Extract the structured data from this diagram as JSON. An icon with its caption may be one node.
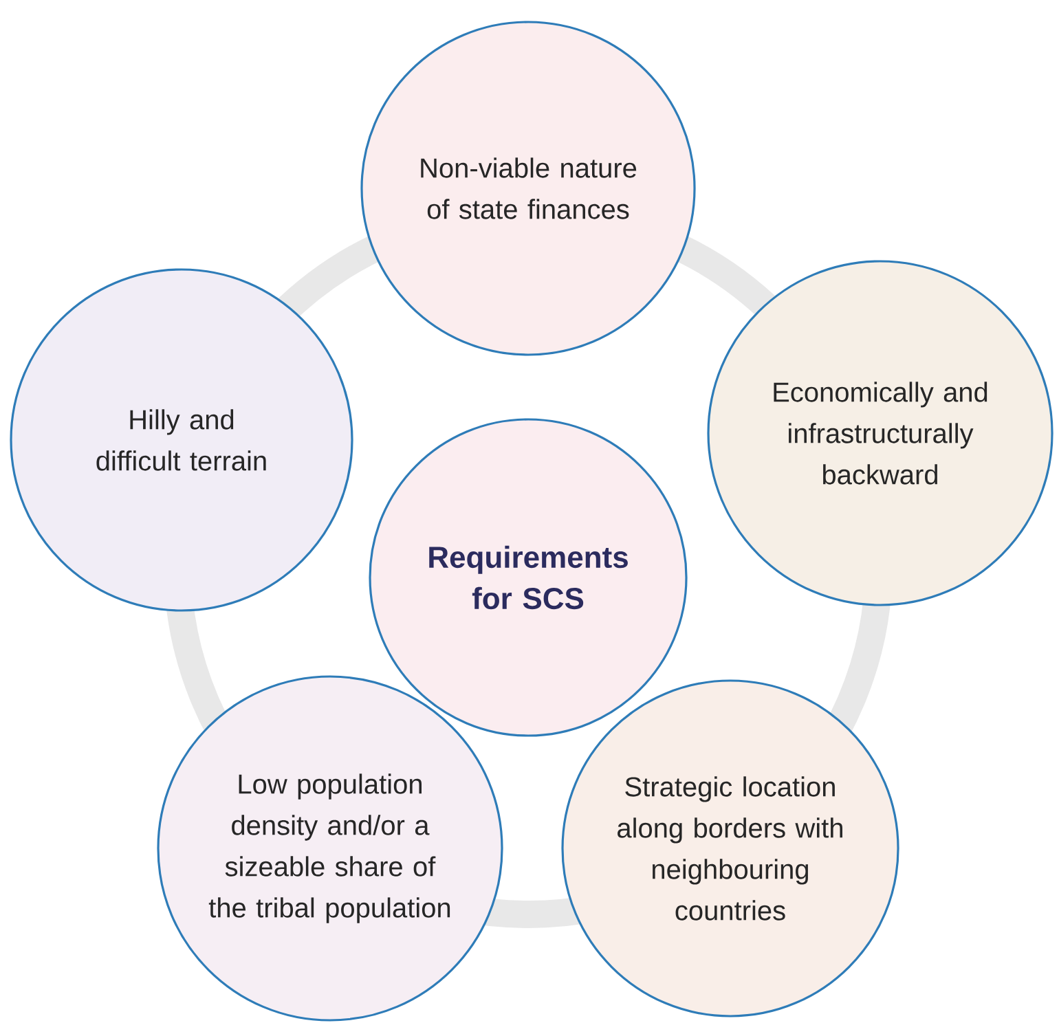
{
  "diagram": {
    "nodes": [
      {
        "text": [
          "Non-viable nature of state finances"
        ]
      },
      {
        "text": [
          "Hilly and difficult terrain"
        ]
      },
      {
        "text": [
          "Requirements for SCS"
        ]
      },
      {
        "text": [
          "Economically and infrastructurally backward"
        ]
      },
      {
        "text": [
          "Low population density and/or a sizeable share of the tribal population"
        ]
      },
      {
        "text": [
          "Strategic location along borders with neighbouring countries"
        ]
      }
    ]
  }
}
